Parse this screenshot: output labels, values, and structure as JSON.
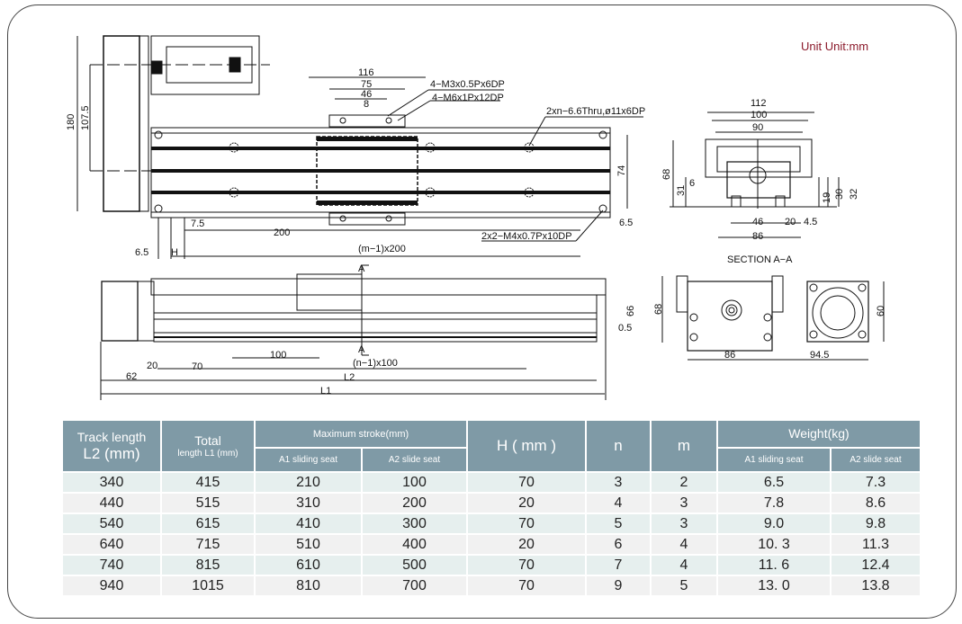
{
  "unit_label": "Unit Unit:mm",
  "drawing": {
    "top_view": {
      "dims": [
        "180",
        "107.5",
        "116",
        "75",
        "46",
        "8",
        "74",
        "6.5",
        "7.5",
        "200",
        "(m−1)x200",
        "6.5",
        "H"
      ],
      "callouts": [
        "4−M3x0.5Px6DP",
        "4−M6x1Px12DP",
        "2xn−6.6Thru,ø11x6DP",
        "2x2−M4x0.7Px10DP"
      ]
    },
    "section": {
      "title": "SECTION  A−A",
      "dims": [
        "112",
        "100",
        "90",
        "68",
        "6",
        "31",
        "19",
        "30",
        "32",
        "46",
        "20",
        "4.5",
        "86"
      ]
    },
    "side_view": {
      "dims": [
        "100",
        "(n−1)x100",
        "20",
        "70",
        "62",
        "L2",
        "L1",
        "66",
        "0.5"
      ],
      "section_marks": [
        "A",
        "A"
      ]
    },
    "end_view": {
      "dims": [
        "68",
        "86",
        "94.5",
        "60"
      ]
    }
  },
  "table": {
    "headers": {
      "track_length": [
        "Track length",
        "L2 (mm)"
      ],
      "total": [
        "Total",
        "length L1 (mm)"
      ],
      "max_stroke": "Maximum stroke(mm)",
      "a1": "A1 sliding seat",
      "a2": "A2 slide seat",
      "h": "H ( mm )",
      "n": "n",
      "m": "m",
      "weight": "Weight(kg)",
      "w_a1": "A1 sliding seat",
      "w_a2": "A2 slide seat"
    },
    "rows": [
      [
        "340",
        "415",
        "210",
        "100",
        "70",
        "3",
        "2",
        "6.5",
        "7.3"
      ],
      [
        "440",
        "515",
        "310",
        "200",
        "20",
        "4",
        "3",
        "7.8",
        "8.6"
      ],
      [
        "540",
        "615",
        "410",
        "300",
        "70",
        "5",
        "3",
        "9.0",
        "9.8"
      ],
      [
        "640",
        "715",
        "510",
        "400",
        "20",
        "6",
        "4",
        "10. 3",
        "11.3"
      ],
      [
        "740",
        "815",
        "610",
        "500",
        "70",
        "7",
        "4",
        "11. 6",
        "12.4"
      ],
      [
        "940",
        "1015",
        "810",
        "700",
        "70",
        "9",
        "5",
        "13. 0",
        "13.8"
      ]
    ]
  }
}
